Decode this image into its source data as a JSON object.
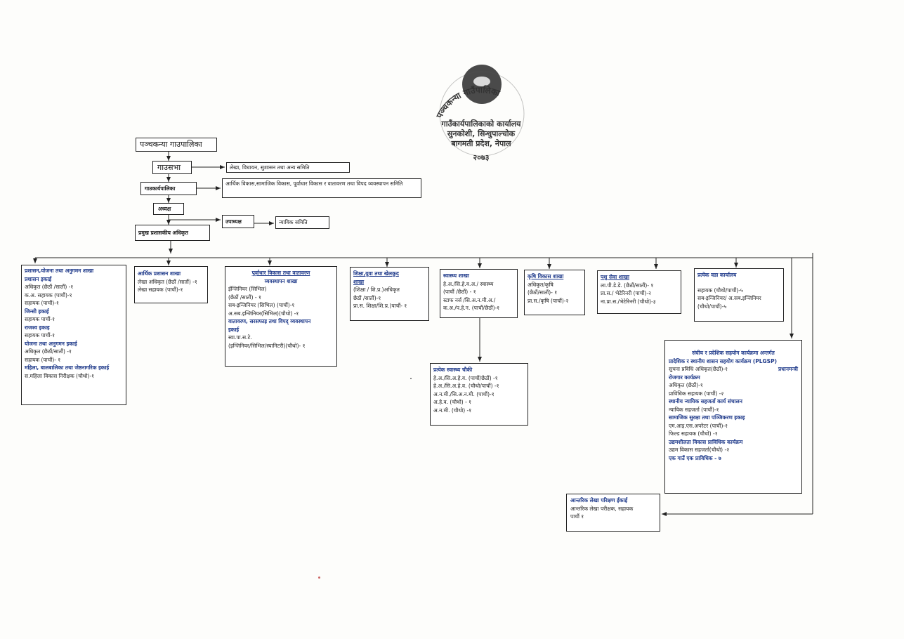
{
  "seal": {
    "lines": [
      "पञ्चकन्या गाउँपालिका",
      "गाउँकार्यपालिकाको कार्यालय",
      "सुनकोशी, सिन्धुपाल्चोक",
      "बागमती प्रदेश, नेपाल"
    ],
    "year": "२०७३"
  },
  "top": {
    "municipality": "पञ्चकन्या गाउपालिका",
    "assembly": "गाउसभा",
    "assembly_committee": "लेखा, विधायन, सुशासन तथा अन्य समिति",
    "executive": "गाउकार्यपालिका",
    "executive_committee": "आर्थिक विकास,सामाजिक विकास, पूर्वाधार विकास र वातावरण तथा विपद व्यवस्थापन समिति",
    "chairperson": "अध्यक्ष",
    "vice_chair": "उपाध्यक्ष",
    "judicial_committee": "न्यायिक समिति",
    "cao": "प्रमुख प्रशासकीय अधिकृत"
  },
  "admin": {
    "title": "प्रशासन,योजना तथा अनुगमन शाखा",
    "unit1": "प्रशासन इकाई",
    "l1": "अधिकृत (छैठौं /सातौं) -१",
    "l2": "क.अ. सहायक (पाचौं)-१",
    "l3": "सहायक (पाचौं)-१",
    "unit2": "जिन्सी इकाई",
    "l4": "सहायक पाचौं-१",
    "unit3": "राजश्व इकाइ",
    "l5": "सहायक पाचौं-१",
    "unit4": "योजना तथा अनुगमन इकाई",
    "l6": "अधिकृत (छैठौं/सातौं) -१",
    "l7": "सहायक (पाचौं)- १",
    "unit5": "महिला, बालबालिका तथा जेष्ठनागरिक इकाई",
    "l8": "स.महिला विकास निरीक्षक (चौथो)-१"
  },
  "finance": {
    "title": "आर्थिक प्रशासन शाखा",
    "l1": "लेखा अधिकृत (छैठौं /सातौं) -१",
    "l2": "लेखा सहायक (पाचौं)-१"
  },
  "infra": {
    "title1": "पूर्वाधार विकास तथा वातावरण",
    "title2": "व्यवस्थापन शाखा",
    "l1": "ईन्जिनियर (सिभिल)",
    "l2": "(छैठौं /सातौं) - १",
    "l3": "सब-इन्जिनियर (सिभिल) (पाचौं)-१",
    "l4": "अ.सब.इन्जिनियर(सिभिल)(चौथो) -१",
    "sub1": "वातावरण, सरसफाइ तथा विपद् व्यवस्थापन",
    "sub2": "इकाई",
    "l5": "स्वा.पा.स.टे.",
    "l6": "(इन्जिनियर/सिभिल/स्यानिटरी)(चौथो)- १"
  },
  "education": {
    "title1": "शिक्षा,युवा तथा खेलकुद",
    "title2": "शाखा",
    "l1": "(शिक्षा / शि.प्र.)अधिकृत",
    "l2": "छैठौं /सातौं)-१",
    "l3": "प्रा.स. शिक्षा/शि.प्र.)पाचौं- १"
  },
  "health": {
    "title": "स्वास्थ्य शाखा",
    "l1": "हे.अ./सि.हे.व.अ./ स्वास्थ्य",
    "l2": "(पाचौं /छैठौं) - १",
    "l3": "स्टाफ नर्स /सि.अ.न.मी.अ./",
    "l4": "क.अ./प.हे.न. (पाचौं/छैठौं)-१"
  },
  "health_post": {
    "title": "प्रत्येक स्वास्थ्य चौकी",
    "l1": "हे.अ./सि.अ.हे.व. (पाचौं/छैठौं) -१",
    "l2": "हे.अ./सि.अ.हे.व. (चौथो/पाचौं) -१",
    "l3": "अ.न.मी./सि.अ.न.मी. (पाचौं)-१",
    "l4": "अ.हे.व. (चौथो) - १",
    "l5": "अ.न.मी. (चौथो) -१"
  },
  "agriculture": {
    "title": "कृषि विकास शाखा",
    "l1": "अधिकृत/कृषि",
    "l2": "(छैठौं/सातौं)- १",
    "l3": "प्रा.स./कृषि (पाचौं)-२"
  },
  "livestock": {
    "title": "पशु सेवा शाखा",
    "l1": "ला.पी.डे.डे. (छैठौं/सातौं)- १",
    "l2": "प्रा.स./ भेटेरिनरी (पाचौं)-२",
    "l3": "ना.प्रा.स./भेटेरिनरी (चौथो)-३"
  },
  "ward": {
    "title": "प्रत्येक वडा कार्यालय",
    "l1": "सहायक (चौथो/पाचौं)-५",
    "l2": "सब-इन्जिनियर/ अ.सब.इन्जिनियर",
    "l3": "(चौथो/पाचौं)-५"
  },
  "programs": {
    "title": "संघीय र प्रदेशिक सहयोग कार्यक्रमा अन्तर्गत",
    "s1": "प्रादेशिक र स्थानीय शासन सहयोग कार्यक्रम (PLGSP)",
    "l1": "सुचना प्रविधि अधिकृत(छैठौं)-१",
    "l1b": "प्रधानमन्त्री",
    "s2": "रोजगार कार्यक्रम",
    "l2": "अधिकृत (छैठौं)-१",
    "l3": "प्राविधिक सहायक (पाचौं) -२",
    "s3": "स्थानीय न्यायिक सहजर्ता कार्य संचालन",
    "l4": "न्यायिक सहजर्ता (पाचौं)-१",
    "s4": "सामाजिक सुरक्षा तथा पञ्जिकरण इकाइ",
    "l5": "एम.आइ.एस.अपरेटर (पाचौं)-१",
    "l6": "फिल्ड सहायक (चौथो) -१",
    "s5": "उद्यमशीलता विकास प्राविधिक कार्यक्रम",
    "l7": "उद्यम विकास सहजर्ता(चौथो) -२",
    "s6": "एक गाउँ एक प्राविधिक - ७"
  },
  "audit": {
    "title": "आन्तरिक लेखा परिक्षण ईकाई",
    "l1": "आन्तरिक लेखा परीक्षक, सहायक",
    "l2": "पाचौं १"
  }
}
